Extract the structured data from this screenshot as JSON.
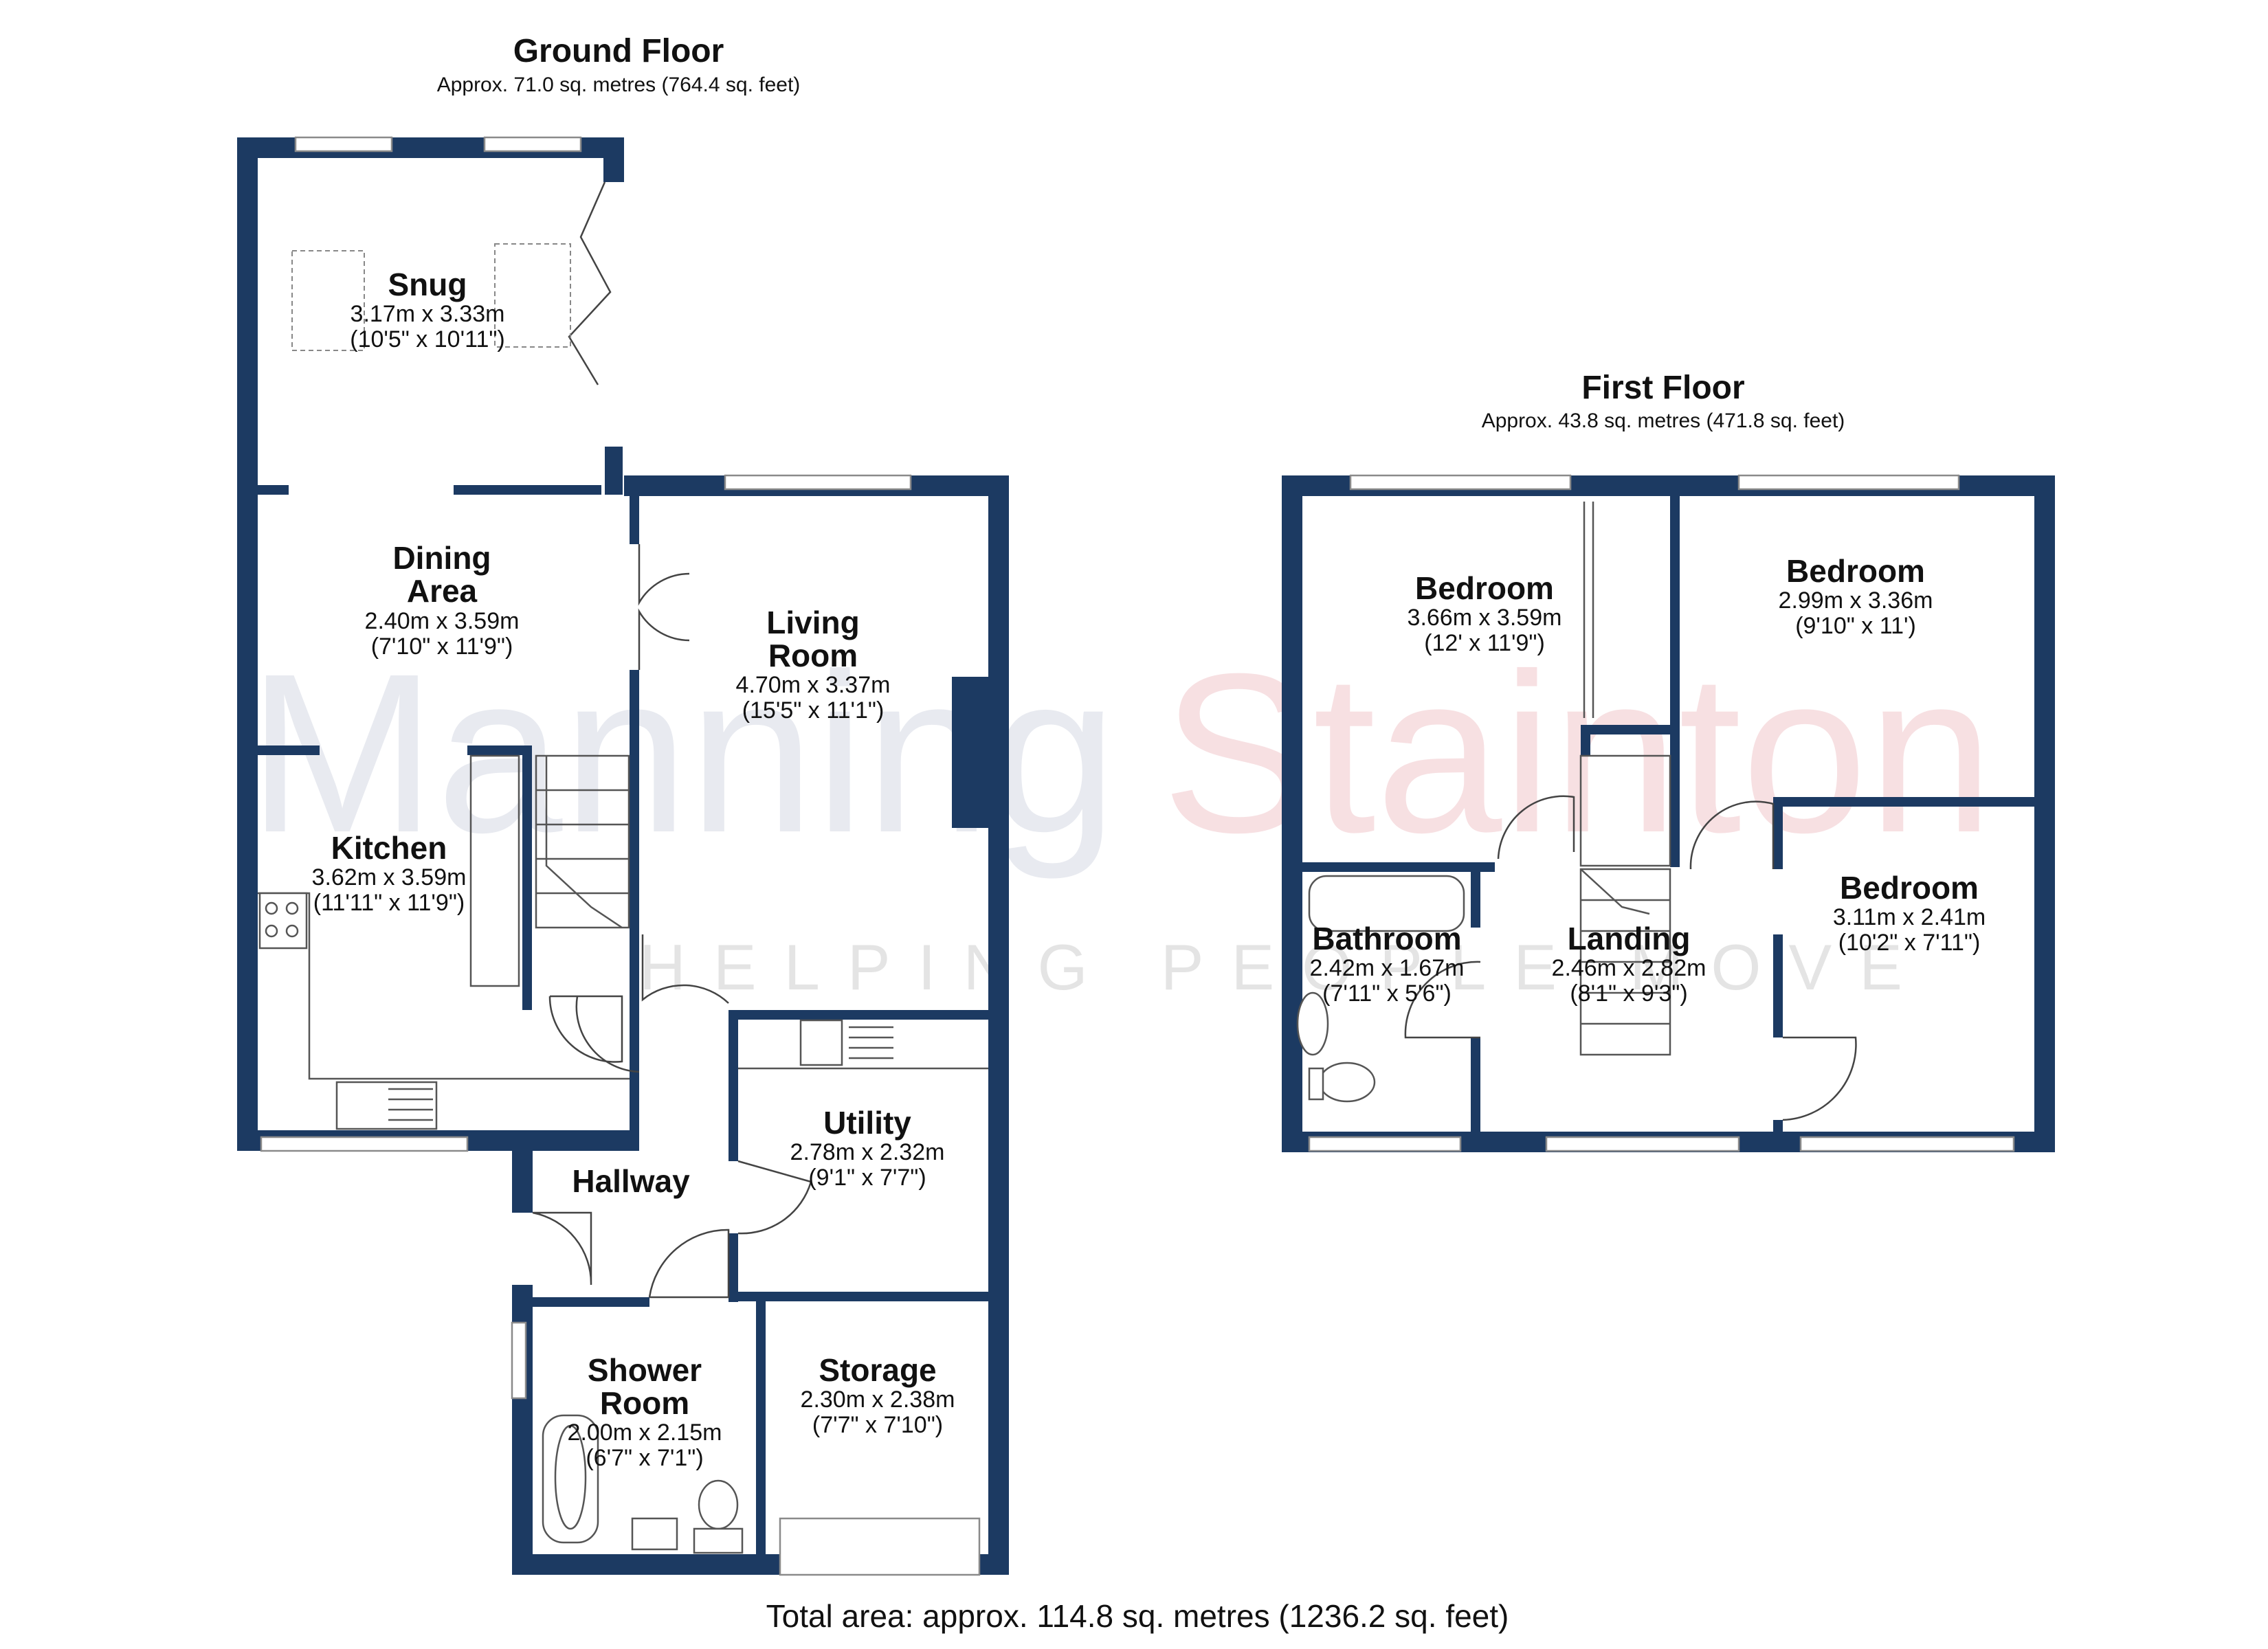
{
  "ground_floor": {
    "title": "Ground Floor",
    "area": "Approx. 71.0 sq. metres (764.4 sq. feet)",
    "rooms": [
      {
        "name": "Snug",
        "metric": "3.17m x 3.33m",
        "imperial": "(10'5\" x 10'11\")"
      },
      {
        "name_line1": "Dining",
        "name_line2": "Area",
        "metric": "2.40m x 3.59m",
        "imperial": "(7'10\" x 11'9\")"
      },
      {
        "name_line1": "Living",
        "name_line2": "Room",
        "metric": "4.70m x 3.37m",
        "imperial": "(15'5\" x 11'1\")"
      },
      {
        "name": "Kitchen",
        "metric": "3.62m x 3.59m",
        "imperial": "(11'11\" x 11'9\")"
      },
      {
        "name": "Utility",
        "metric": "2.78m x 2.32m",
        "imperial": "(9'1\" x 7'7\")"
      },
      {
        "name": "Hallway"
      },
      {
        "name_line1": "Shower",
        "name_line2": "Room",
        "metric": "2.00m x 2.15m",
        "imperial": "(6'7\" x 7'1\")"
      },
      {
        "name": "Storage",
        "metric": "2.30m x 2.38m",
        "imperial": "(7'7\" x 7'10\")"
      }
    ]
  },
  "first_floor": {
    "title": "First Floor",
    "area": "Approx. 43.8 sq. metres (471.8 sq. feet)",
    "rooms": [
      {
        "name": "Bedroom",
        "metric": "3.66m x 3.59m",
        "imperial": "(12' x 11'9\")"
      },
      {
        "name": "Bedroom",
        "metric": "2.99m x 3.36m",
        "imperial": "(9'10\" x 11')"
      },
      {
        "name": "Bedroom",
        "metric": "3.11m x 2.41m",
        "imperial": "(10'2\" x 7'11\")"
      },
      {
        "name": "Bathroom",
        "metric": "2.42m x 1.67m",
        "imperial": "(7'11\" x 5'6\")"
      },
      {
        "name": "Landing",
        "metric": "2.46m x 2.82m",
        "imperial": "(8'1\" x 9'3\")"
      }
    ]
  },
  "watermark": {
    "brand_part1": "Manning",
    "brand_part2": "Stainton",
    "tagline": "HELPING PEOPLE MOVE"
  },
  "total_area": "Total area: approx. 114.8 sq. metres (1236.2 sq. feet)",
  "colors": {
    "wall": "#1c3a62",
    "watermark_grey": "#d6dae4",
    "watermark_red": "#f1c7cc"
  }
}
